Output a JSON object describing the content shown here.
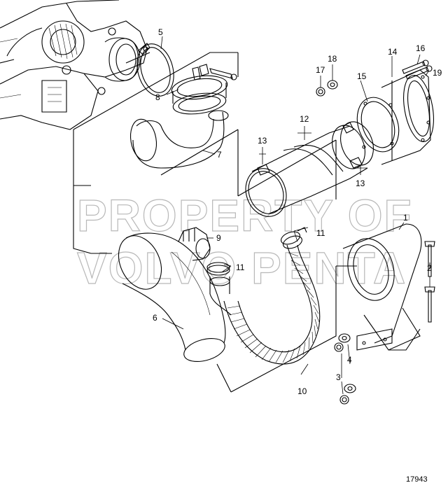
{
  "diagram": {
    "callouts": [
      {
        "id": "c1",
        "text": "1"
      },
      {
        "id": "c2",
        "text": "2"
      },
      {
        "id": "c3",
        "text": "3"
      },
      {
        "id": "c4",
        "text": "4"
      },
      {
        "id": "c5",
        "text": "5"
      },
      {
        "id": "c6",
        "text": "6"
      },
      {
        "id": "c7",
        "text": "7"
      },
      {
        "id": "c8",
        "text": "8"
      },
      {
        "id": "c9",
        "text": "9"
      },
      {
        "id": "c10",
        "text": "10"
      },
      {
        "id": "c11a",
        "text": "11"
      },
      {
        "id": "c11b",
        "text": "11"
      },
      {
        "id": "c12",
        "text": "12"
      },
      {
        "id": "c13a",
        "text": "13"
      },
      {
        "id": "c13b",
        "text": "13"
      },
      {
        "id": "c14",
        "text": "14"
      },
      {
        "id": "c15",
        "text": "15"
      },
      {
        "id": "c16",
        "text": "16"
      },
      {
        "id": "c17",
        "text": "17"
      },
      {
        "id": "c18",
        "text": "18"
      },
      {
        "id": "c19",
        "text": "19"
      }
    ],
    "watermark": {
      "line1": "PROPERTY OF",
      "line2": "VOLVO PENTA"
    },
    "reference_number": "17943"
  }
}
